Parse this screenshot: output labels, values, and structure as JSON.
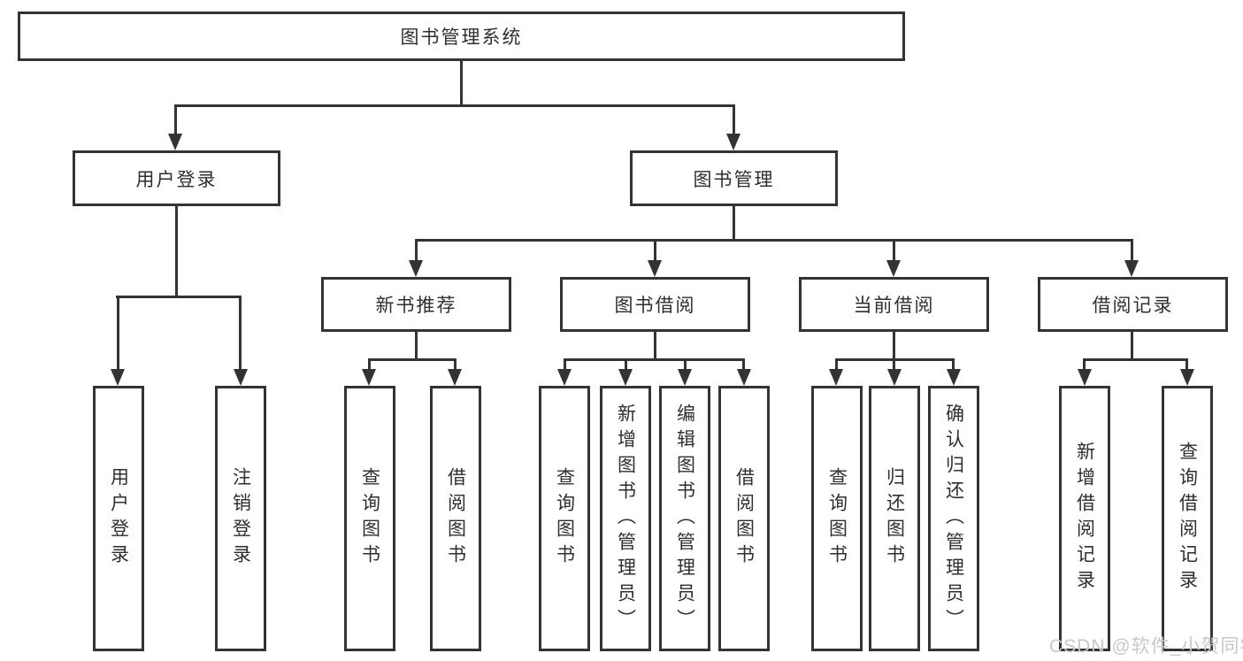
{
  "nodes": {
    "root": "图书管理系统",
    "user_login": "用户登录",
    "book_management": "图书管理",
    "new_book": "新书推荐",
    "book_borrow": "图书借阅",
    "current_borrow": "当前借阅",
    "borrow_records": "借阅记录",
    "leaves": {
      "user_login": [
        "用户登录",
        "注销登录"
      ],
      "new_book": [
        "查询图书",
        "借阅图书"
      ],
      "book_borrow": [
        "查询图书",
        "新增图书（管理员）",
        "编辑图书（管理员）",
        "借阅图书"
      ],
      "current_borrow": [
        "查询图书",
        "归还图书",
        "确认归还（管理员）"
      ],
      "borrow_records": [
        "新增借阅记录",
        "查询借阅记录"
      ]
    }
  },
  "watermark": {
    "text": "CSDN @软件_小贺同学",
    "color": "#c8c8c8"
  },
  "colors": {
    "line": "#333333",
    "box_border": "#333333",
    "text": "#2f2f2f",
    "background": "#ffffff"
  }
}
